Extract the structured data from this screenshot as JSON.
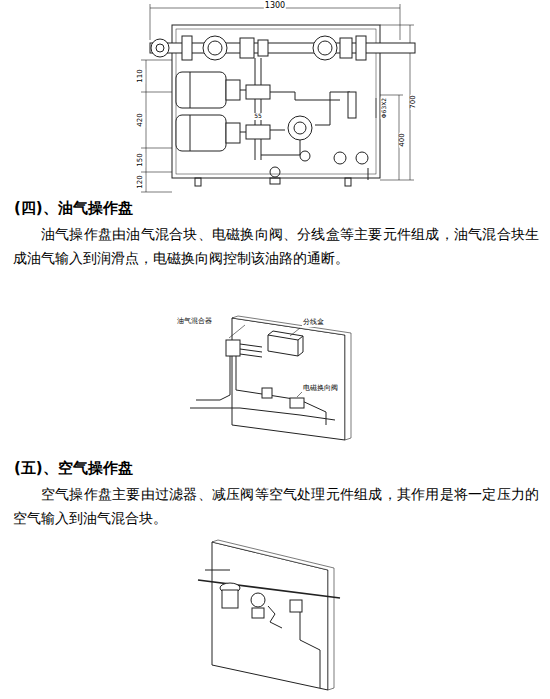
{
  "diagram": {
    "labels": [
      "1300",
      "110",
      "420",
      "150",
      "120",
      "55",
      "Φ63X2",
      "700",
      "400",
      "(四)、油气操作盘",
      "油气操作盘由油气混合块、电磁换向阀、分线盒等主要元件组成，油气混合块生成油气输入到润滑点，电磁换向阀控制该油路的通断。",
      "分线盒",
      "油气混合器",
      "电磁换向阀",
      "(五)、空气操作盘",
      "空气操作盘主要由过滤器、减压阀等空气处理元件组成，其作用是将一定压力的空气输入到油气混合块。"
    ]
  }
}
